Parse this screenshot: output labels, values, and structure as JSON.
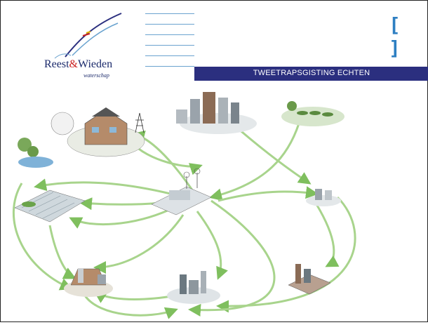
{
  "logo": {
    "name_left": "Reest",
    "name_right": "Wieden",
    "subtitle": "waterschap"
  },
  "header": {
    "title": "TWEETRAPSGISTING ECHTEN",
    "bracket": "[ ]"
  },
  "colors": {
    "title_bar": "#2b2f7f",
    "arrow": "#a8d48c",
    "accent": "#2e7fc2",
    "logo_navy": "#1b2a6b"
  }
}
